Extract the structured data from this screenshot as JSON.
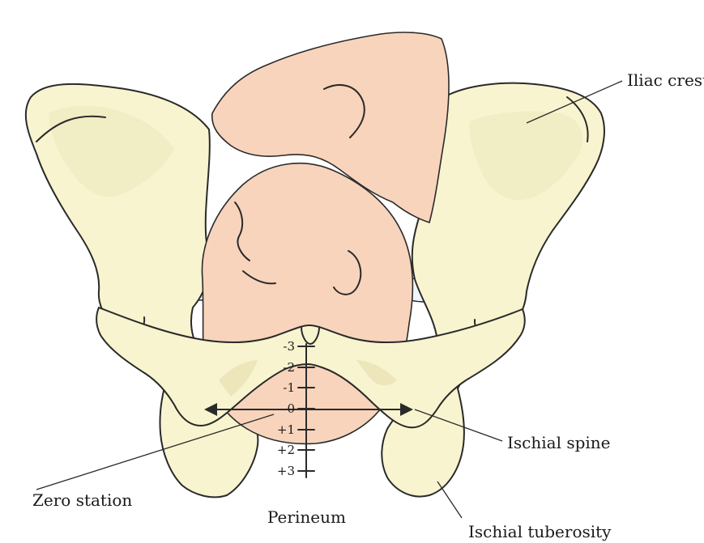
{
  "labels": {
    "iliac_crest": "Iliac crest",
    "ischial_spine": "Ischial spine",
    "zero_station": "Zero station",
    "perineum": "Perineum",
    "ischial_tuberosity": "Ischial tuberosity"
  },
  "station_scale": [
    "-3",
    "-2",
    "-1",
    "0",
    "+1",
    "+2",
    "+3"
  ],
  "colors": {
    "bone": "#f7f4cf",
    "fetus": "#f8d4bc",
    "outline": "#2a2a2a"
  }
}
